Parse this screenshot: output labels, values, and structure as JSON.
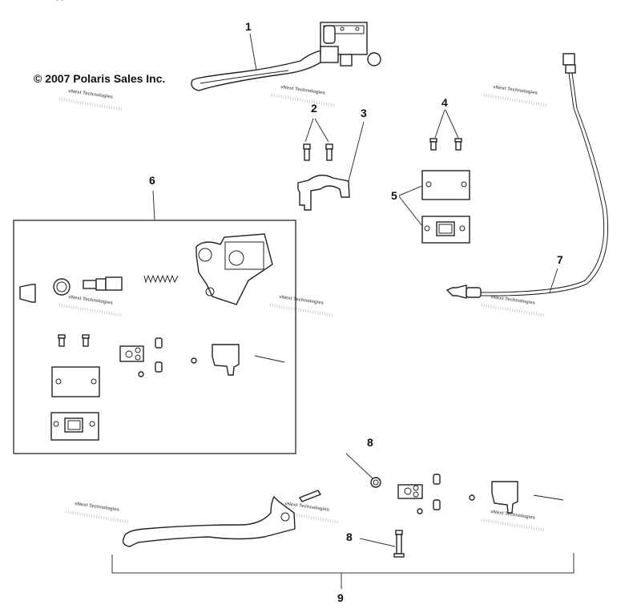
{
  "title_fragment": "· ·",
  "copyright": "© 2007 Polaris Sales Inc.",
  "watermark": "vNext Technologies",
  "callouts": [
    {
      "id": "1",
      "part": "master-cylinder-assembly"
    },
    {
      "id": "2",
      "part": "clamp-bolts"
    },
    {
      "id": "3",
      "part": "clamp"
    },
    {
      "id": "4",
      "part": "cover-screws"
    },
    {
      "id": "5",
      "part": "reservoir-cover-and-diaphragm"
    },
    {
      "id": "6",
      "part": "rebuild-kit"
    },
    {
      "id": "7",
      "part": "brake-light-switch"
    },
    {
      "id": "8",
      "part": "pivot-bolt-and-nut"
    },
    {
      "id": "9",
      "part": "brake-lever-kit"
    }
  ]
}
